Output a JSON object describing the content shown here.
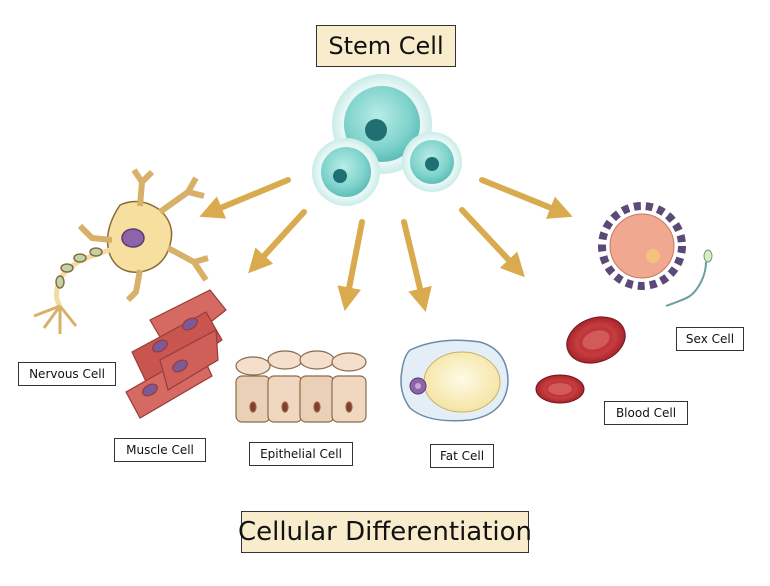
{
  "title": "Stem Cell",
  "footer": "Cellular Differentiation",
  "cells": {
    "nervous": "Nervous Cell",
    "muscle": "Muscle Cell",
    "epithelial": "Epithelial Cell",
    "fat": "Fat Cell",
    "blood": "Blood Cell",
    "sex": "Sex Cell"
  },
  "colors": {
    "arrow": "#d9ab4e",
    "title_bg": "#f8eccc",
    "stem_cell": "#7fd3cc",
    "nucleus": "#1f6f73"
  }
}
